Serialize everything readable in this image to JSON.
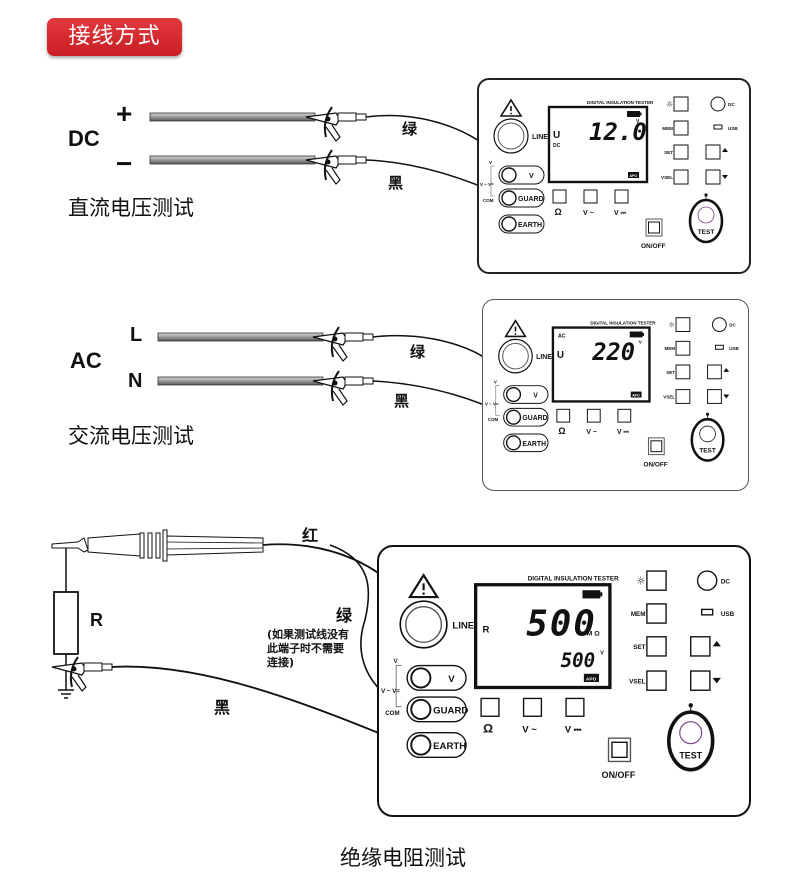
{
  "header": {
    "title": "接线方式",
    "accent_color": "#d0262b"
  },
  "sections": [
    {
      "id": "dc",
      "caption": "直流电压测试",
      "source_label": "DC",
      "terminals": [
        "+",
        "−"
      ],
      "wire_labels": [
        "绿",
        "黑"
      ],
      "meter": {
        "brand_text": "DIGITAL INSULATION TESTER",
        "lcd_mode": "U",
        "lcd_sub": "DC",
        "lcd_main": "12.0",
        "lcd_unit": "V",
        "lcd_flag": "APO"
      }
    },
    {
      "id": "ac",
      "caption": "交流电压测试",
      "source_label": "AC",
      "terminals": [
        "L",
        "N"
      ],
      "wire_labels": [
        "绿",
        "黑"
      ],
      "meter": {
        "brand_text": "DIGITAL INSULATION TESTER",
        "lcd_mode": "U",
        "lcd_sub": "AC",
        "lcd_main": "220",
        "lcd_unit": "V",
        "lcd_flag": "APO"
      }
    },
    {
      "id": "ir",
      "caption": "绝缘电阻测试",
      "resistor_label": "R",
      "wire_labels": {
        "red": "红",
        "green": "绿",
        "black": "黑",
        "red_at_meter": "红"
      },
      "note": [
        "(如果测试线没有",
        "此端子时不需要",
        "连接)"
      ],
      "meter": {
        "brand_text": "DIGITAL INSULATION TESTER",
        "lcd_mode": "R",
        "lcd_main": "500",
        "lcd_unit": "M Ω",
        "lcd_sub_value": "500",
        "lcd_sub_unit": "V",
        "lcd_flag": "APO"
      }
    }
  ],
  "meter_labels": {
    "line": "LINE",
    "v": "V",
    "guard": "GUARD",
    "earth": "EARTH",
    "com": "COM",
    "v_bracket_top": "V",
    "v_bracket_mid": "V ~ V=",
    "mode_buttons": [
      "Ω",
      "V ~",
      "V ⎓"
    ],
    "mem": "MEM",
    "set": "SET",
    "vsel": "VSEL",
    "dc": "DC",
    "usb": "USB",
    "onoff": "ON/OFF",
    "test": "TEST"
  }
}
